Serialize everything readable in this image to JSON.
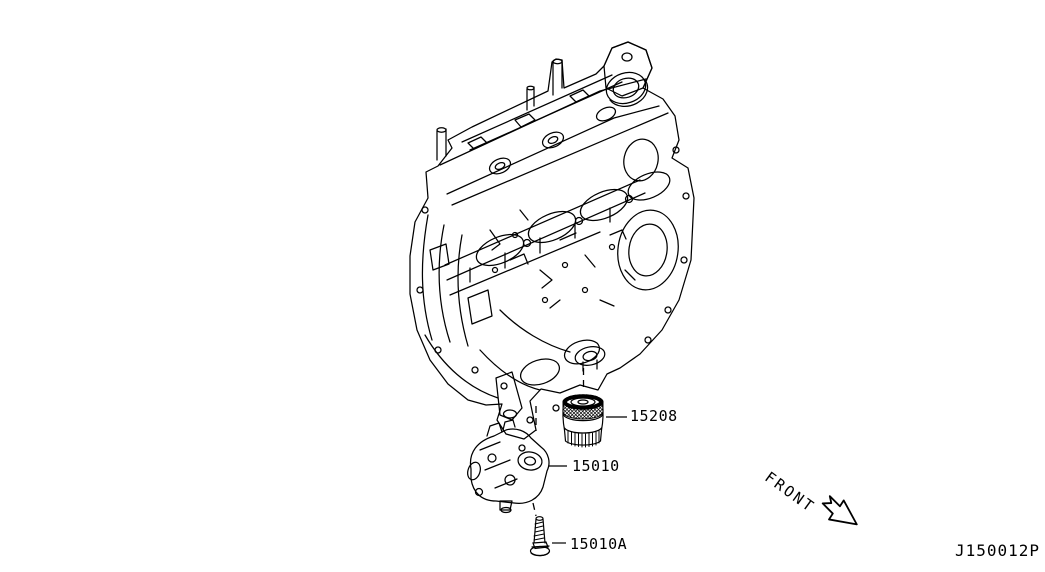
{
  "diagram": {
    "code": "J150012P",
    "front_label": "FRONT",
    "colors": {
      "background": "#ffffff",
      "line": "#000000"
    },
    "parts": [
      {
        "ref": "15208"
      },
      {
        "ref": "15010"
      },
      {
        "ref": "15010A"
      }
    ]
  }
}
